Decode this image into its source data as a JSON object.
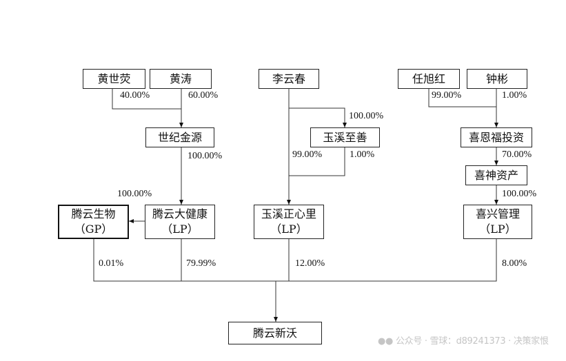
{
  "entities": {
    "huang_shiying": "黄世荧",
    "huang_tao": "黄涛",
    "li_yunchun": "李云春",
    "ren_xuhong": "任旭红",
    "zhong_bin": "钟彬",
    "shiji_jinyuan": "世纪金源",
    "yuxi_zhishan": "玉溪至善",
    "xienfu": "喜恩福投资",
    "xishen": "喜神资产",
    "tengyun_bio": {
      "name": "腾云生物",
      "role": "（GP）"
    },
    "tengyun_health": {
      "name": "腾云大健康",
      "role": "（LP）"
    },
    "yuxi_zhengxinli": {
      "name": "玉溪正心里",
      "role": "（LP）"
    },
    "xixing": {
      "name": "喜兴管理",
      "role": "（LP）"
    },
    "tengyun_xinwo": "腾云新沃"
  },
  "percentages": {
    "hsy_to_sjjy": "40.00%",
    "ht_to_sjjy": "60.00%",
    "sjjy_to_health": "100.00%",
    "health_to_bio": "100.00%",
    "lyc_to_zhishan": "100.00%",
    "lyc_to_zxl": "99.00%",
    "zhishan_to_zxl": "1.00%",
    "rxh_to_xef": "99.00%",
    "zb_to_xef": "1.00%",
    "xef_to_xs": "70.00%",
    "xs_to_xx": "100.00%",
    "bio_to_xinwo": "0.01%",
    "health_to_xinwo": "79.99%",
    "zxl_to_xinwo": "12.00%",
    "xx_to_xinwo": "8.00%"
  },
  "watermark": "公众号 · 雪球：d89241373 · 决策家恨"
}
